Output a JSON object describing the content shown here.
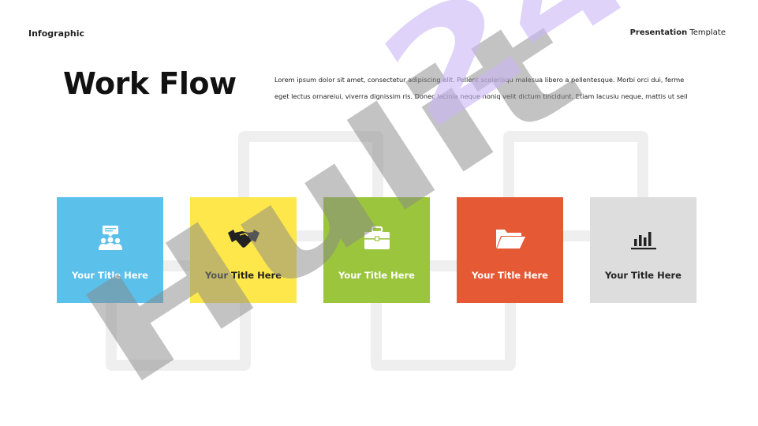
{
  "header": {
    "left": "Infographic",
    "right_bold": "Presentation",
    "right_normal": " Template"
  },
  "title": "Work Flow",
  "description": {
    "line1": "Lorem ipsum dolor sit amet, consectetur adipiscing elit. Pellent scelerisqu malesua libero a pellentesque. Morbi orci dui, ferme",
    "line2": "eget lectus ornareiui, viverra dignissim ris. Donec lacinia neque noniq velit dictum tincidunt. Etiam lacusiu neque, mattis ut seil"
  },
  "cards": [
    {
      "label": "Your Title Here",
      "icon": "chat-people-icon",
      "color": "#5bc0ea",
      "text_color": "#ffffff"
    },
    {
      "label": "Your Title Here",
      "icon": "handshake-icon",
      "color": "#fde74a",
      "text_color": "#222222"
    },
    {
      "label": "Your Title Here",
      "icon": "briefcase-icon",
      "color": "#9bc53d",
      "text_color": "#ffffff"
    },
    {
      "label": "Your Title Here",
      "icon": "folder-icon",
      "color": "#e55934",
      "text_color": "#ffffff"
    },
    {
      "label": "Your Title Here",
      "icon": "bar-chart-icon",
      "color": "#dddddd",
      "text_color": "#222222"
    }
  ],
  "watermark": {
    "text": "Hulit24",
    "colors": [
      "#888888",
      "#c9b5f5"
    ]
  }
}
